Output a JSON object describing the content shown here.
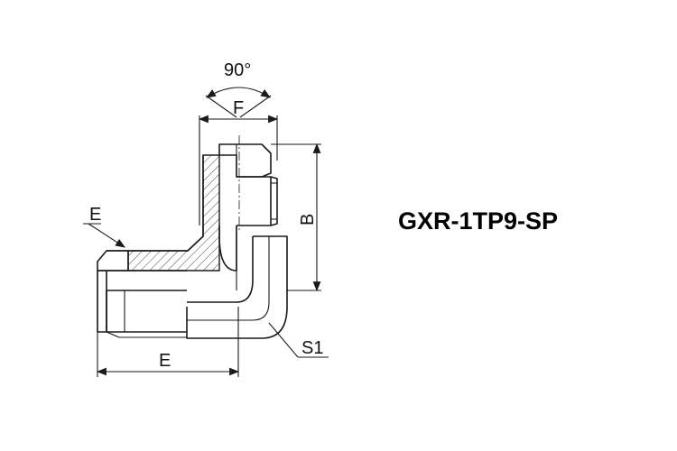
{
  "drawing": {
    "part_number": "GXR-1TP9-SP",
    "labels": {
      "angle": "90°",
      "f": "F",
      "b": "B",
      "e_top": "E",
      "e_bottom": "E",
      "s1": "S1"
    }
  }
}
